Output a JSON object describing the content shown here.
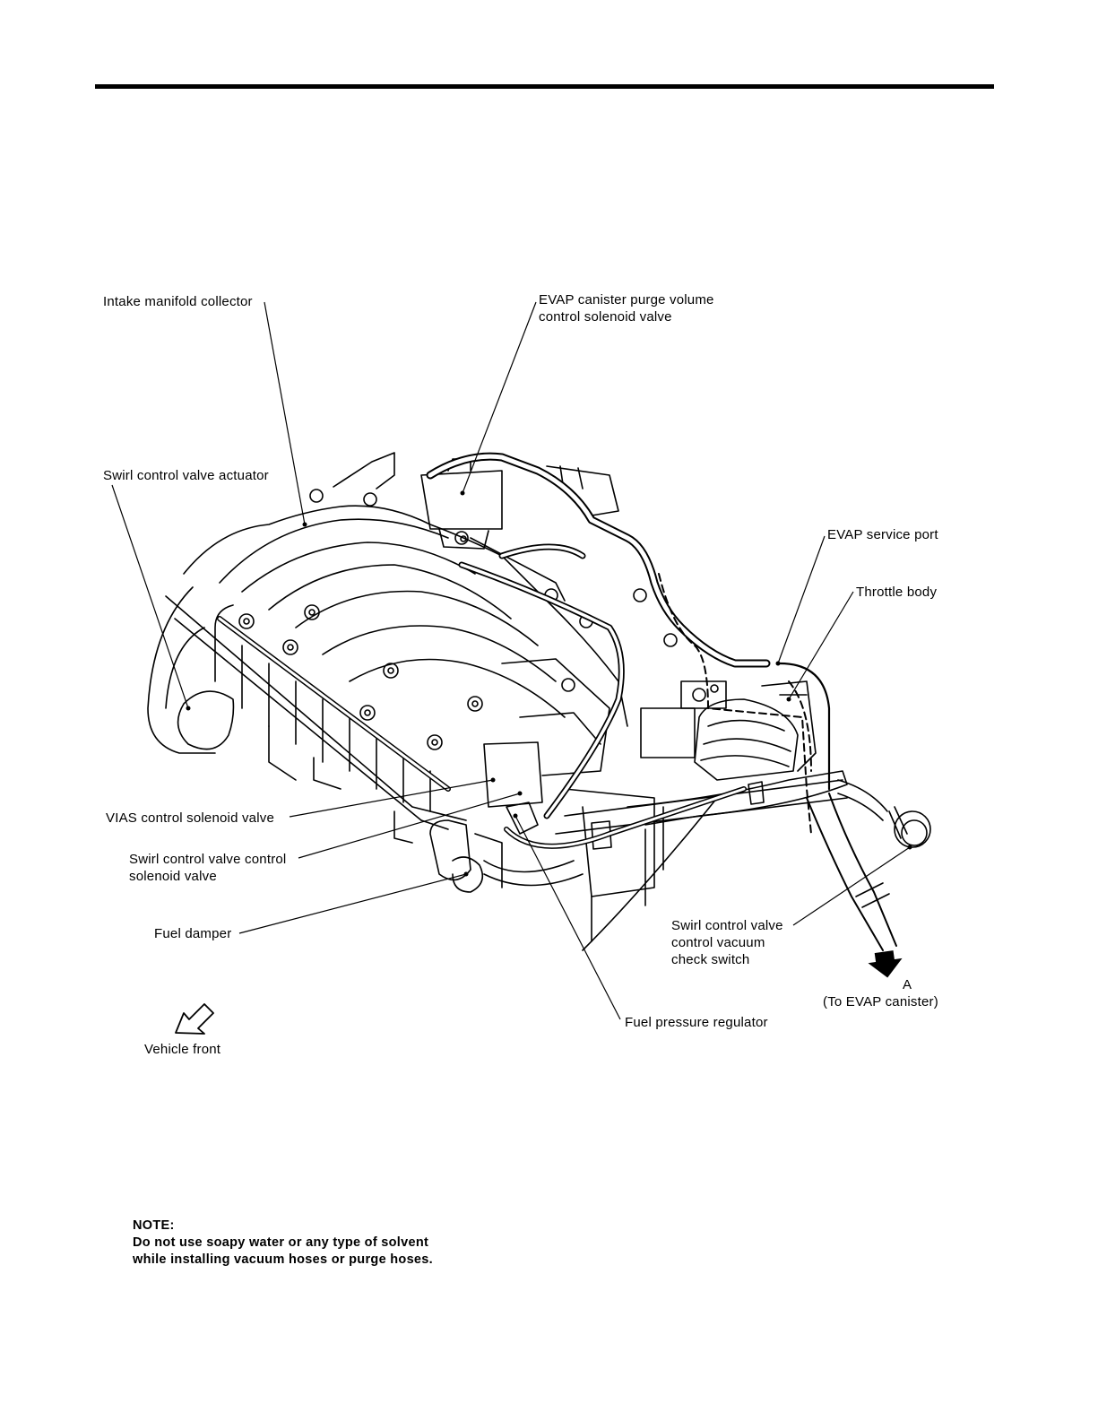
{
  "labels": {
    "intake_manifold_collector": "Intake manifold collector",
    "evap_purge_valve_line1": "EVAP canister purge volume",
    "evap_purge_valve_line2": "control solenoid valve",
    "swirl_actuator": "Swirl control valve actuator",
    "evap_service_port": "EVAP service port",
    "throttle_body": "Throttle body",
    "vias_solenoid": "VIAS control solenoid valve",
    "swirl_solenoid_line1": "Swirl control valve control",
    "swirl_solenoid_line2": "solenoid valve",
    "fuel_damper": "Fuel damper",
    "check_switch_line1": "Swirl control valve",
    "check_switch_line2": "control vacuum",
    "check_switch_line3": "check switch",
    "arrow_a": "A",
    "to_evap_canister": "(To EVAP canister)",
    "fuel_pressure_regulator": "Fuel pressure regulator",
    "vehicle_front": "Vehicle front"
  },
  "note": {
    "title": "NOTE:",
    "line1": "Do not use soapy water or any type of solvent",
    "line2": "while installing vacuum hoses or purge hoses."
  },
  "icons": {
    "vehicle_front_arrow": "vehicle-front-arrow-icon",
    "evap_canister_arrow": "down-arrow-icon"
  }
}
